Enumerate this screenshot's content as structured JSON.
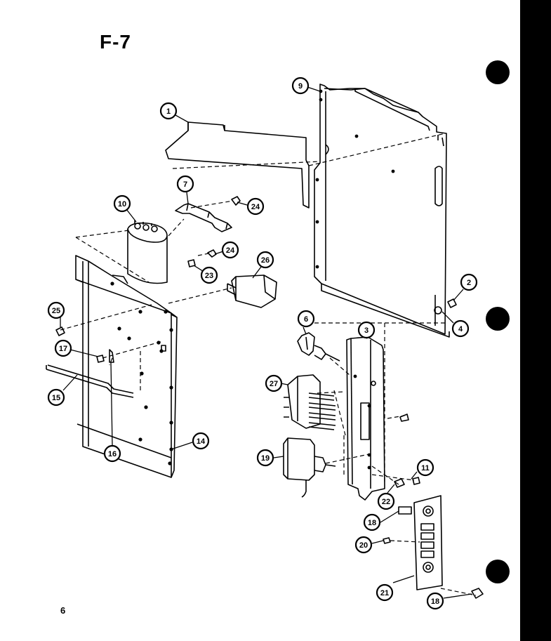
{
  "sheet": {
    "figure_label": "F-7",
    "page_number": "6"
  },
  "callouts": [
    {
      "id": "c1",
      "label": "1"
    },
    {
      "id": "c9",
      "label": "9"
    },
    {
      "id": "c7",
      "label": "7"
    },
    {
      "id": "c24a",
      "label": "24"
    },
    {
      "id": "c10",
      "label": "10"
    },
    {
      "id": "c24b",
      "label": "24"
    },
    {
      "id": "c23",
      "label": "23"
    },
    {
      "id": "c26",
      "label": "26"
    },
    {
      "id": "c2",
      "label": "2"
    },
    {
      "id": "c4",
      "label": "4"
    },
    {
      "id": "c25",
      "label": "25"
    },
    {
      "id": "c17",
      "label": "17"
    },
    {
      "id": "c6",
      "label": "6"
    },
    {
      "id": "c3",
      "label": "3"
    },
    {
      "id": "c15",
      "label": "15"
    },
    {
      "id": "c27",
      "label": "27"
    },
    {
      "id": "c14",
      "label": "14"
    },
    {
      "id": "c16",
      "label": "16"
    },
    {
      "id": "c19",
      "label": "19"
    },
    {
      "id": "c11",
      "label": "11"
    },
    {
      "id": "c22",
      "label": "22"
    },
    {
      "id": "c18a",
      "label": "18"
    },
    {
      "id": "c20",
      "label": "20"
    },
    {
      "id": "c21",
      "label": "21"
    },
    {
      "id": "c18b",
      "label": "18"
    }
  ],
  "colors": {
    "ink": "#000000",
    "paper": "#ffffff"
  }
}
